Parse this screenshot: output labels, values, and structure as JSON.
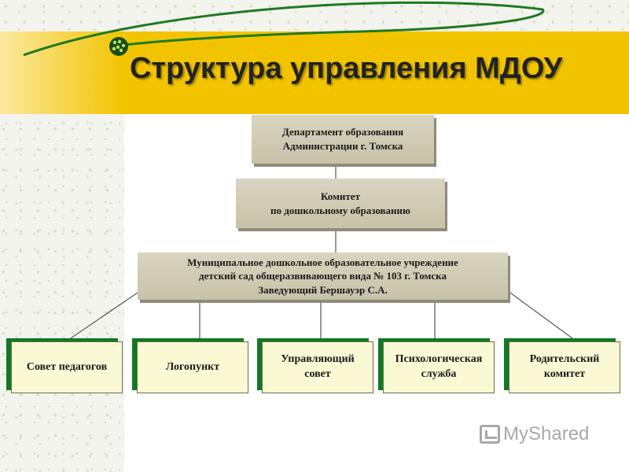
{
  "title": "Структура управления МДОУ",
  "colors": {
    "title_band": "#f2c400",
    "box_fill": "#ccc7ad",
    "sub_box_fill": "#fbf8d4",
    "sub_box_accent": "#0f7a22"
  },
  "nodes": {
    "department": [
      "Департамент образования",
      "Администрации г. Томска"
    ],
    "committee": [
      "Комитет",
      "по дошкольному образованию"
    ],
    "institution": [
      "Муниципальное дошкольное образовательное учреждение",
      "детский сад общеразвивающего вида № 103 г. Томска",
      "Заведующий Бершауэр С.А."
    ],
    "councils": [
      [
        "Совет педагогов"
      ],
      [
        "Логопункт"
      ],
      [
        "Управляющий",
        "совет"
      ],
      [
        "Психологическая",
        "служба"
      ],
      [
        "Родительский",
        "комитет"
      ]
    ]
  },
  "watermark": "MyShared"
}
